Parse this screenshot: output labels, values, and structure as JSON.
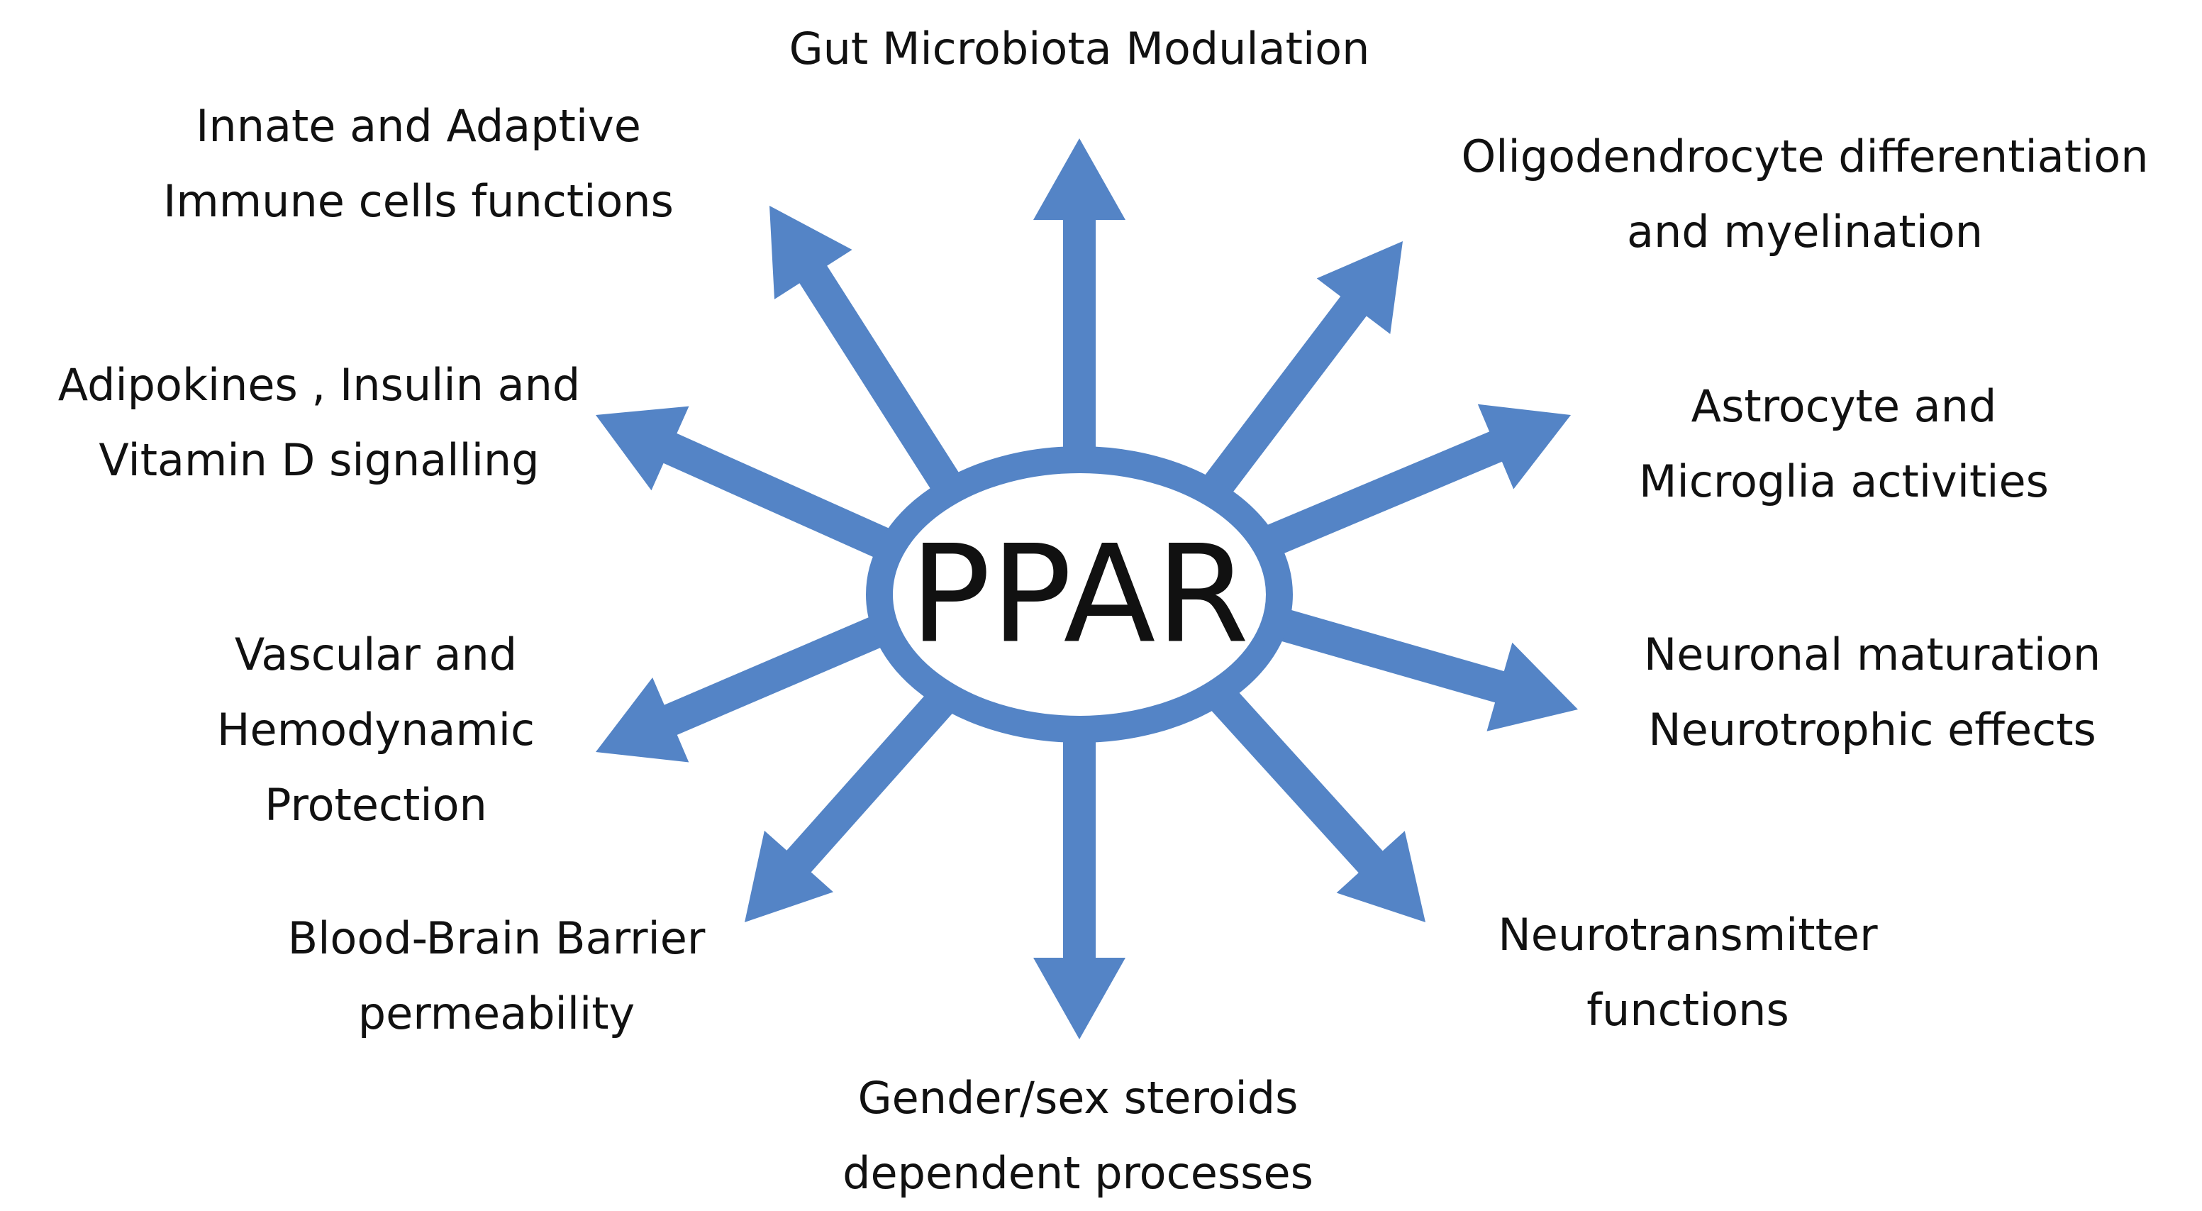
{
  "center": {
    "label": "PPAR"
  },
  "colors": {
    "arrow": "#5484C6",
    "ellipse_fill": "#ffffff",
    "text": "#111111"
  },
  "effects": [
    {
      "id": "gut",
      "lines": [
        "Gut Microbiota Modulation"
      ]
    },
    {
      "id": "oligo",
      "lines": [
        "Oligodendrocyte differentiation",
        "and myelination"
      ]
    },
    {
      "id": "astro",
      "lines": [
        "Astrocyte and",
        "Microglia activities"
      ]
    },
    {
      "id": "neuronal",
      "lines": [
        "Neuronal maturation",
        "Neurotrophic effects"
      ]
    },
    {
      "id": "neurotrans",
      "lines": [
        "Neurotransmitter",
        "functions"
      ]
    },
    {
      "id": "gender",
      "lines": [
        "Gender/sex steroids",
        "dependent processes"
      ]
    },
    {
      "id": "bbb",
      "lines": [
        "Blood-Brain Barrier",
        "permeability"
      ]
    },
    {
      "id": "vascular",
      "lines": [
        "Vascular and",
        "Hemodynamic",
        "Protection"
      ]
    },
    {
      "id": "adipo",
      "lines": [
        "Adipokines , Insulin and",
        "Vitamin D signalling"
      ]
    },
    {
      "id": "immune",
      "lines": [
        "Innate and Adaptive",
        "Immune cells functions"
      ]
    }
  ]
}
